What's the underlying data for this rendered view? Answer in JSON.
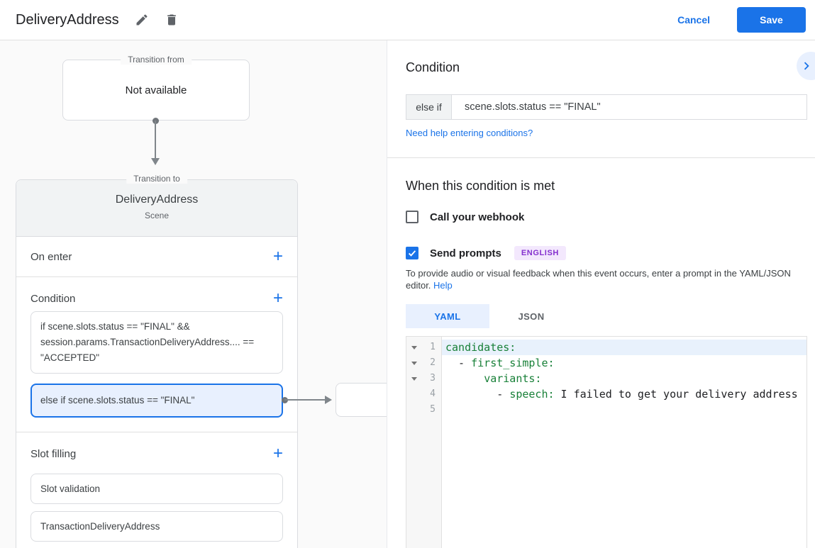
{
  "header": {
    "title": "DeliveryAddress",
    "cancel": "Cancel",
    "save": "Save"
  },
  "diagram": {
    "transition_from": {
      "label": "Transition from",
      "content": "Not available"
    },
    "transition_to": {
      "label": "Transition to",
      "title": "DeliveryAddress",
      "subtitle": "Scene",
      "on_enter_label": "On enter",
      "condition_label": "Condition",
      "conditions": [
        {
          "text": "if scene.slots.status == \"FINAL\" && session.params.TransactionDeliveryAddress.... == \"ACCEPTED\"",
          "selected": false
        },
        {
          "text": "else if scene.slots.status == \"FINAL\"",
          "selected": true
        }
      ],
      "slot_filling_label": "Slot filling",
      "slots": [
        "Slot validation",
        "TransactionDeliveryAddress"
      ]
    }
  },
  "panel": {
    "heading": "Condition",
    "condition": {
      "prefix": "else if",
      "value": "scene.slots.status == \"FINAL\""
    },
    "help_link": "Need help entering conditions?",
    "when_heading": "When this condition is met",
    "webhook_label": "Call your webhook",
    "send_prompts_label": "Send prompts",
    "language_badge": "ENGLISH",
    "hint_line1": "To provide audio or visual feedback when this event occurs, enter a prompt in the YAML/JSON",
    "hint_line2": "editor.",
    "hint_link": "Help",
    "tabs": {
      "yaml": "YAML",
      "json": "JSON"
    },
    "code": {
      "lines": [
        {
          "num": "1",
          "key": "candidates:"
        },
        {
          "num": "2",
          "pre": "  - ",
          "key": "first_simple:"
        },
        {
          "num": "3",
          "pre": "      ",
          "key": "variants:"
        },
        {
          "num": "4",
          "pre": "        - ",
          "key": "speech:",
          "value": " I failed to get your delivery address"
        },
        {
          "num": "5"
        }
      ]
    }
  },
  "colors": {
    "accent": "#1a73e8",
    "selection_bg": "#e8f0fe",
    "code_key_green": "#188038",
    "badge_bg": "#f3e8fd",
    "badge_text": "#8430ce"
  }
}
